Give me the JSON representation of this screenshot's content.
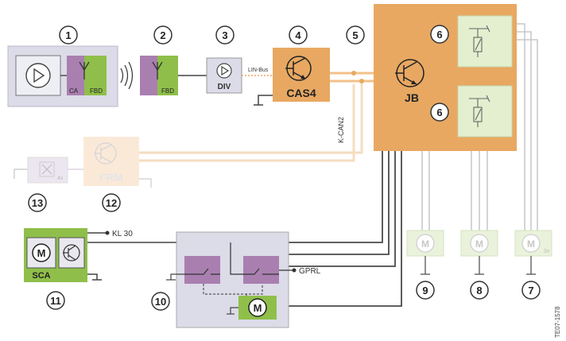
{
  "callouts": [
    "1",
    "2",
    "3",
    "4",
    "5",
    "6",
    "6",
    "13",
    "12",
    "11",
    "10",
    "9",
    "8",
    "7"
  ],
  "labels": {
    "ca": "CA",
    "fbd1": "FBD",
    "fbd2": "FBD",
    "div": "DIV",
    "lin_bus": "LIN-Bus",
    "cas4": "CAS4",
    "jb": "JB",
    "k_can2": "K-CAN2",
    "frm": "FRM",
    "kl30": "KL 30",
    "sca": "SCA",
    "gprl": "GPRL",
    "m": "M",
    "qty_13": "4x",
    "qty_7": "3x",
    "doc_id": "TE07-1578"
  },
  "colors": {
    "orange": "#e8a862",
    "purple": "#a97fb0",
    "green": "#8fbf4a",
    "grey_box": "#dcdbe8",
    "light_green": "#e3efcf",
    "wire": "#555555"
  }
}
